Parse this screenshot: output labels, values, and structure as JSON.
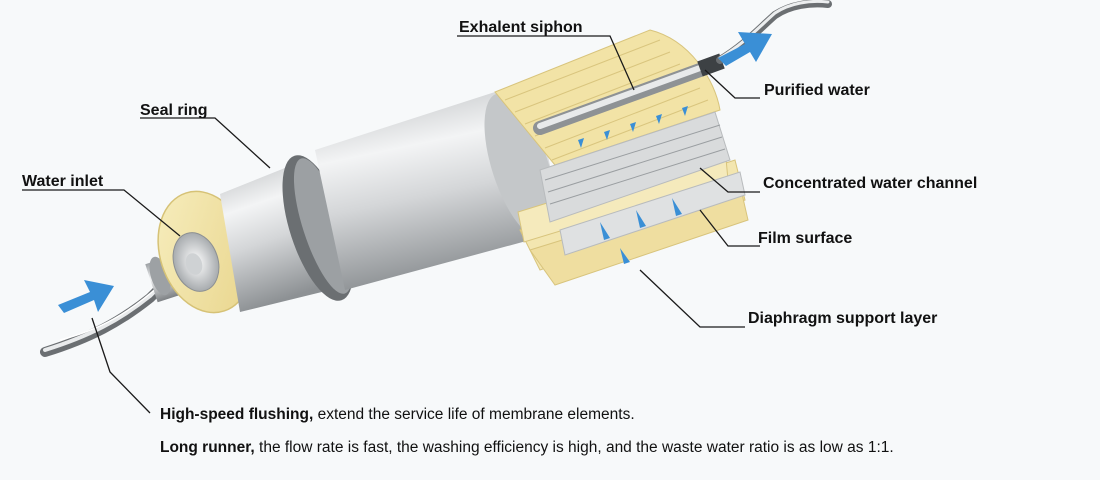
{
  "labels": {
    "exhalent_siphon": "Exhalent siphon",
    "purified_water": "Purified water",
    "seal_ring": "Seal ring",
    "water_inlet": "Water inlet",
    "concentrated_water_channel": "Concentrated water channel",
    "film_surface": "Film surface",
    "diaphragm_support_layer": "Diaphragm support layer"
  },
  "captions": [
    {
      "bold": "High-speed flushing,",
      "text": " extend the service life of membrane elements."
    },
    {
      "bold": "Long runner,",
      "text": " the flow rate is fast, the washing efficiency is high, and the waste water ratio is as low as 1:1."
    }
  ],
  "colors": {
    "arrow_blue": "#3a8fd6",
    "membrane_yellow": "#f2e3a6",
    "housing_silver": "#c9ccce",
    "seal_ring_dark": "#55595c"
  }
}
